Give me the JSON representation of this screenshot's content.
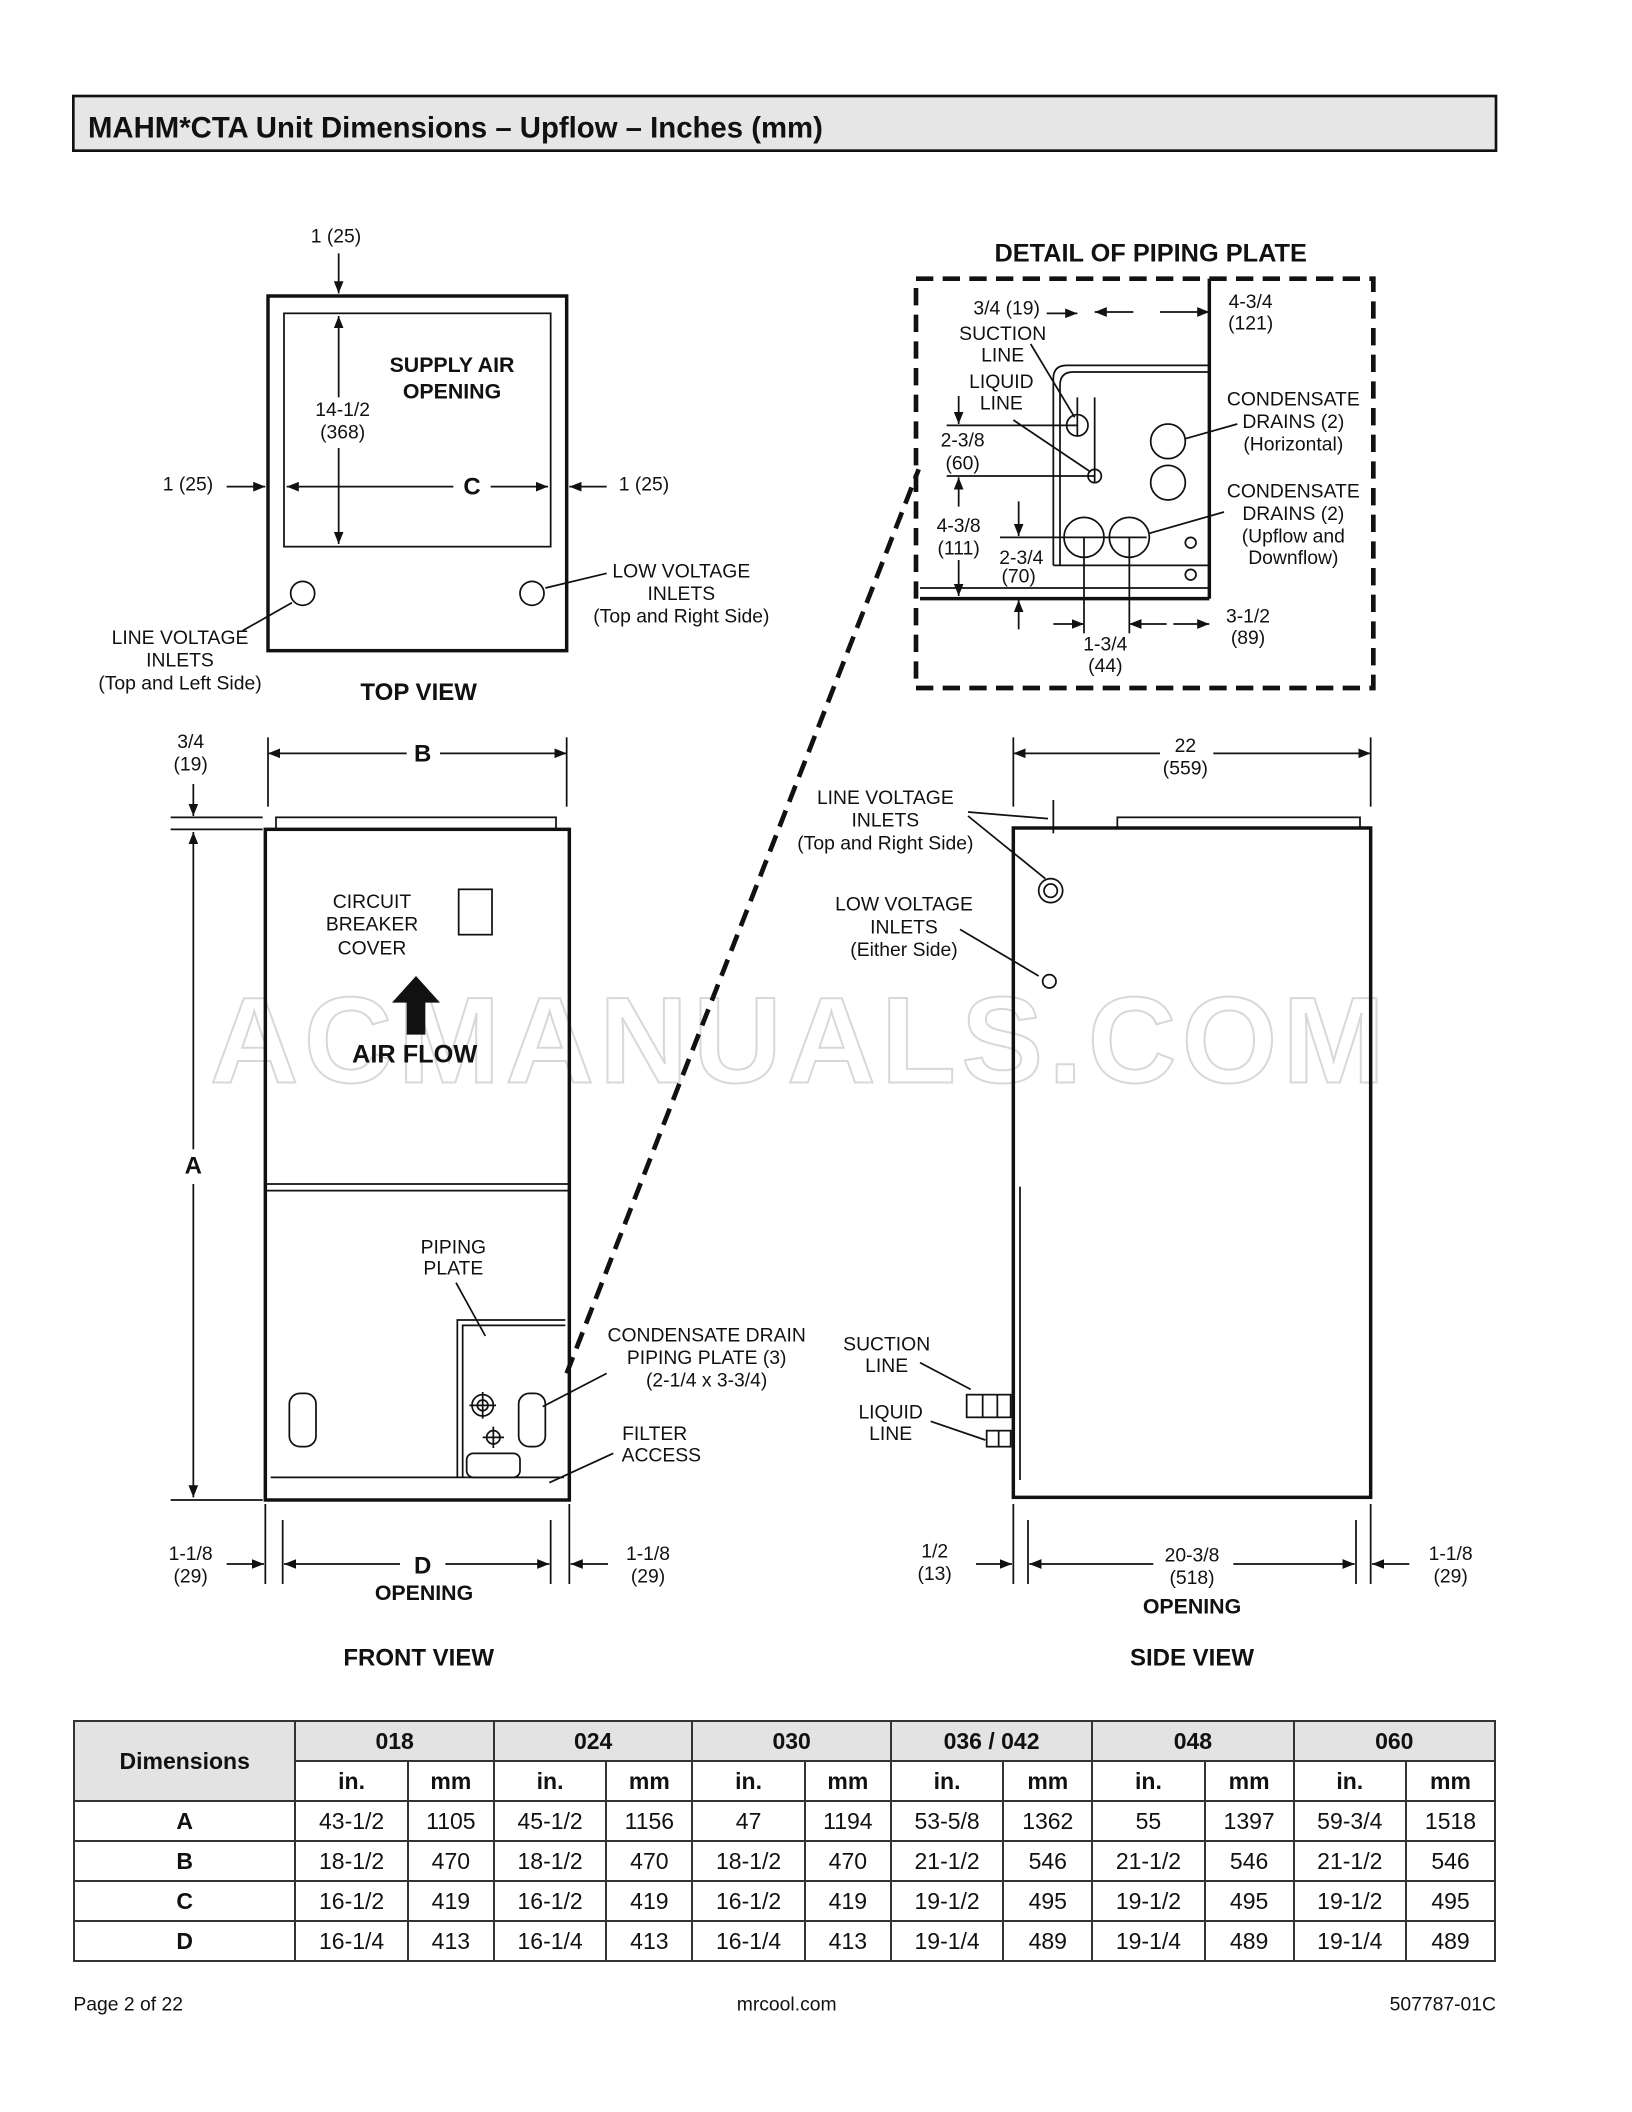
{
  "title": "MAHM*CTA Unit Dimensions – Upflow – Inches (mm)",
  "top_view": {
    "label": "TOP VIEW",
    "top_dim": "1 (25)",
    "supply_air": [
      "SUPPLY AIR",
      "OPENING"
    ],
    "height_dim": [
      "14-1/2",
      "(368)"
    ],
    "c_label": "C",
    "left_dim": "1 (25)",
    "right_dim": "1 (25)",
    "low_voltage": [
      "LOW VOLTAGE",
      "INLETS",
      "(Top and Right Side)"
    ],
    "line_voltage": [
      "LINE VOLTAGE",
      "INLETS",
      "(Top and Left Side)"
    ]
  },
  "detail": {
    "label": "DETAIL OF PIPING PLATE",
    "d1": "3/4 (19)",
    "suction": [
      "SUCTION",
      "LINE"
    ],
    "liquid": [
      "LIQUID",
      "LINE"
    ],
    "d2": [
      "2-3/8",
      "(60)"
    ],
    "d3": [
      "4-3/8",
      "(111)"
    ],
    "d4": [
      "2-3/4",
      "(70)"
    ],
    "d5": [
      "4-3/4",
      "(121)"
    ],
    "drains_h": [
      "CONDENSATE",
      "DRAINS (2)",
      "(Horizontal)"
    ],
    "drains_u": [
      "CONDENSATE",
      "DRAINS (2)",
      "(Upflow and",
      "Downflow)"
    ],
    "d6": [
      "1-3/4",
      "(44)"
    ],
    "d7": [
      "3-1/2",
      "(89)"
    ]
  },
  "front_view": {
    "label": "FRONT VIEW",
    "top_dim": [
      "3/4",
      "(19)"
    ],
    "b_label": "B",
    "a_label": "A",
    "breaker": [
      "CIRCUIT",
      "BREAKER",
      "COVER"
    ],
    "airflow": "AIR FLOW",
    "piping": [
      "PIPING",
      "PLATE"
    ],
    "cond_plate": [
      "CONDENSATE DRAIN",
      "PIPING PLATE (3)",
      "(2-1/4 x 3-3/4)"
    ],
    "filter": [
      "FILTER",
      "ACCESS"
    ],
    "left_dim": [
      "1-1/8",
      "(29)"
    ],
    "d_label": "D",
    "opening": "OPENING",
    "right_dim": [
      "1-1/8",
      "(29)"
    ]
  },
  "side_view": {
    "label": "SIDE VIEW",
    "width_dim": [
      "22",
      "(559)"
    ],
    "line_voltage": [
      "LINE VOLTAGE",
      "INLETS",
      "(Top and Right Side)"
    ],
    "low_voltage": [
      "LOW VOLTAGE",
      "INLETS",
      "(Either Side)"
    ],
    "suction": [
      "SUCTION",
      "LINE"
    ],
    "liquid": [
      "LIQUID",
      "LINE"
    ],
    "left_dim": [
      "1/2",
      "(13)"
    ],
    "open_dim": [
      "20-3/8",
      "(518)"
    ],
    "opening": "OPENING",
    "right_dim": [
      "1-1/8",
      "(29)"
    ]
  },
  "watermark": "ACMANUALS.COM",
  "table": {
    "corner": "Dimensions",
    "models": [
      "018",
      "024",
      "030",
      "036 / 042",
      "048",
      "060"
    ],
    "units": [
      "in.",
      "mm"
    ],
    "rows": [
      {
        "dim": "A",
        "values": [
          "43-1/2",
          "1105",
          "45-1/2",
          "1156",
          "47",
          "1194",
          "53-5/8",
          "1362",
          "55",
          "1397",
          "59-3/4",
          "1518"
        ]
      },
      {
        "dim": "B",
        "values": [
          "18-1/2",
          "470",
          "18-1/2",
          "470",
          "18-1/2",
          "470",
          "21-1/2",
          "546",
          "21-1/2",
          "546",
          "21-1/2",
          "546"
        ]
      },
      {
        "dim": "C",
        "values": [
          "16-1/2",
          "419",
          "16-1/2",
          "419",
          "16-1/2",
          "419",
          "19-1/2",
          "495",
          "19-1/2",
          "495",
          "19-1/2",
          "495"
        ]
      },
      {
        "dim": "D",
        "values": [
          "16-1/4",
          "413",
          "16-1/4",
          "413",
          "16-1/4",
          "413",
          "19-1/4",
          "489",
          "19-1/4",
          "489",
          "19-1/4",
          "489"
        ]
      }
    ]
  },
  "footer": {
    "page": "Page 2 of 22",
    "site": "mrcool.com",
    "doc": "507787-01C"
  }
}
